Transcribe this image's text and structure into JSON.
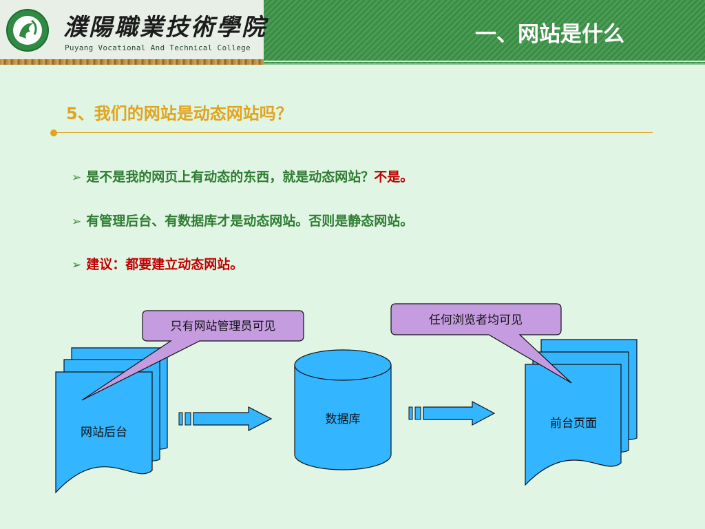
{
  "header": {
    "title": "一、网站是什么",
    "school_name_cn": "濮陽職業技術學院",
    "school_name_en": "Puyang Vocational And Technical College"
  },
  "subtitle": "5、我们的网站是动态网站吗？",
  "bullets": [
    {
      "text": "是不是我的网页上有动态的东西，就是动态网站？",
      "answer": "不是。"
    },
    {
      "text": "有管理后台、有数据库才是动态网站。否则是静态网站。"
    },
    {
      "text": "建议：都要建立动态网站。"
    }
  ],
  "diagram": {
    "backend_label": "网站后台",
    "database_label": "数据库",
    "frontend_label": "前台页面",
    "callout_admin": "只有网站管理员可见",
    "callout_public": "任何浏览者均可见"
  },
  "colors": {
    "header_green": "#3b8e46",
    "accent_gold": "#e0a41e",
    "text_green": "#2e7d32",
    "text_red": "#c00000",
    "shape_blue": "#33b5ff",
    "callout_purple": "#c59ce0"
  }
}
